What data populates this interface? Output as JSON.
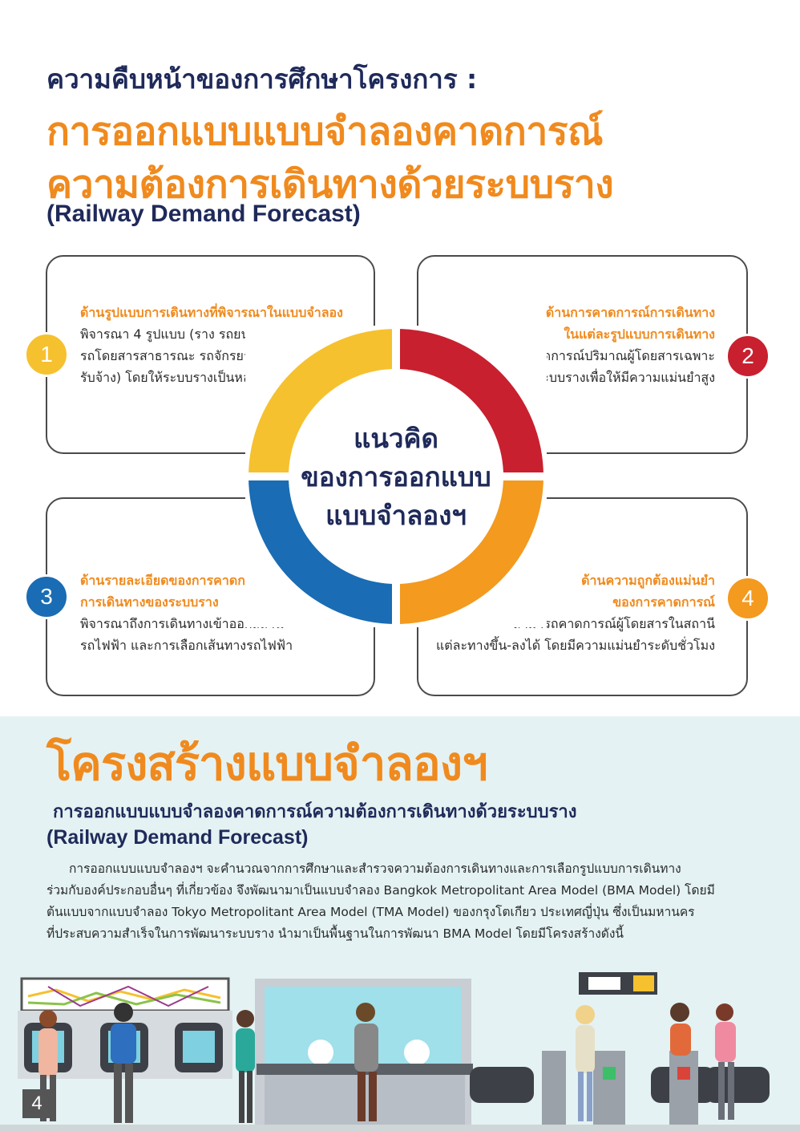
{
  "header": {
    "kicker": "ความคืบหน้าของการศึกษาโครงการ :",
    "title_line1": "การออกแบบแบบจำลองคาดการณ์",
    "title_line2": "ความต้องการเดินทางด้วยระบบราง",
    "subtitle": "(Railway Demand Forecast)"
  },
  "concept": {
    "center": {
      "line1": "แนวคิด",
      "line2": "ของการออกแบบ",
      "line3": "แบบจำลองฯ"
    },
    "colors": {
      "yellow": "#f6c12f",
      "red": "#c8202f",
      "blue": "#1a6cb4",
      "orange": "#f39a1f"
    },
    "items": [
      {
        "number": "1",
        "heading_lines": [
          "ด้านรูปแบบการเดินทางที่พิจารณาในแบบจำลอง"
        ],
        "body_lines": [
          "พิจารณา 4 รูปแบบ (ราง รถยนต์ส่วนบุคคล",
          "รถโดยสารสาธารณะ รถจักรยานยนต์",
          "รับจ้าง) โดยให้ระบบรางเป็นหลัก"
        ]
      },
      {
        "number": "2",
        "heading_lines": [
          "ด้านการคาดการณ์การเดินทาง",
          "ในแต่ละรูปแบบการเดินทาง"
        ],
        "body_lines": [
          "เน้นคาดการณ์ปริมาณผู้โดยสารเฉพาะ",
          "ระบบรางเพื่อให้มีความแม่นยำสูง"
        ]
      },
      {
        "number": "3",
        "heading_lines": [
          "ด้านรายละเอียดของการคาดการณ์",
          "การเดินทางของระบบราง"
        ],
        "body_lines": [
          "พิจารณาถึงการเดินทางเข้าออกสถานี",
          "รถไฟฟ้า และการเลือกเส้นทางรถไฟฟ้า"
        ]
      },
      {
        "number": "4",
        "heading_lines": [
          "ด้านความถูกต้องแม่นยำ",
          "ของการคาดการณ์"
        ],
        "body_lines": [
          "สามารถคาดการณ์ผู้โดยสารในสถานี",
          "แต่ละทางขึ้น-ลงได้ โดยมีความแม่นยำระดับชั่วโมง"
        ]
      }
    ]
  },
  "structure": {
    "title": "โครงสร้างแบบจำลองฯ",
    "subtitle": "การออกแบบแบบจำลองคาดการณ์ความต้องการเดินทางด้วยระบบราง",
    "subtitle_en": "(Railway Demand Forecast)",
    "paragraph_lines": [
      "การออกแบบแบบจำลองฯ จะคำนวณจากการศึกษาและสำรวจความต้องการเดินทางและการเลือกรูปแบบการเดินทาง",
      "ร่วมกับองค์ประกอบอื่นๆ ที่เกี่ยวข้อง จึงพัฒนามาเป็นแบบจำลอง Bangkok Metropolitant Area Model (BMA Model) โดยมี",
      "ต้นแบบจากแบบจำลอง Tokyo Metropolitant Area Model (TMA Model) ของกรุงโตเกียว ประเทศญี่ปุ่น ซึ่งเป็นมหานคร",
      "ที่ประสบความสำเร็จในการพัฒนาระบบราง นำมาเป็นพื้นฐานในการพัฒนา BMA Model โดยมีโครงสร้างดังนี้"
    ]
  },
  "page_number": "4"
}
